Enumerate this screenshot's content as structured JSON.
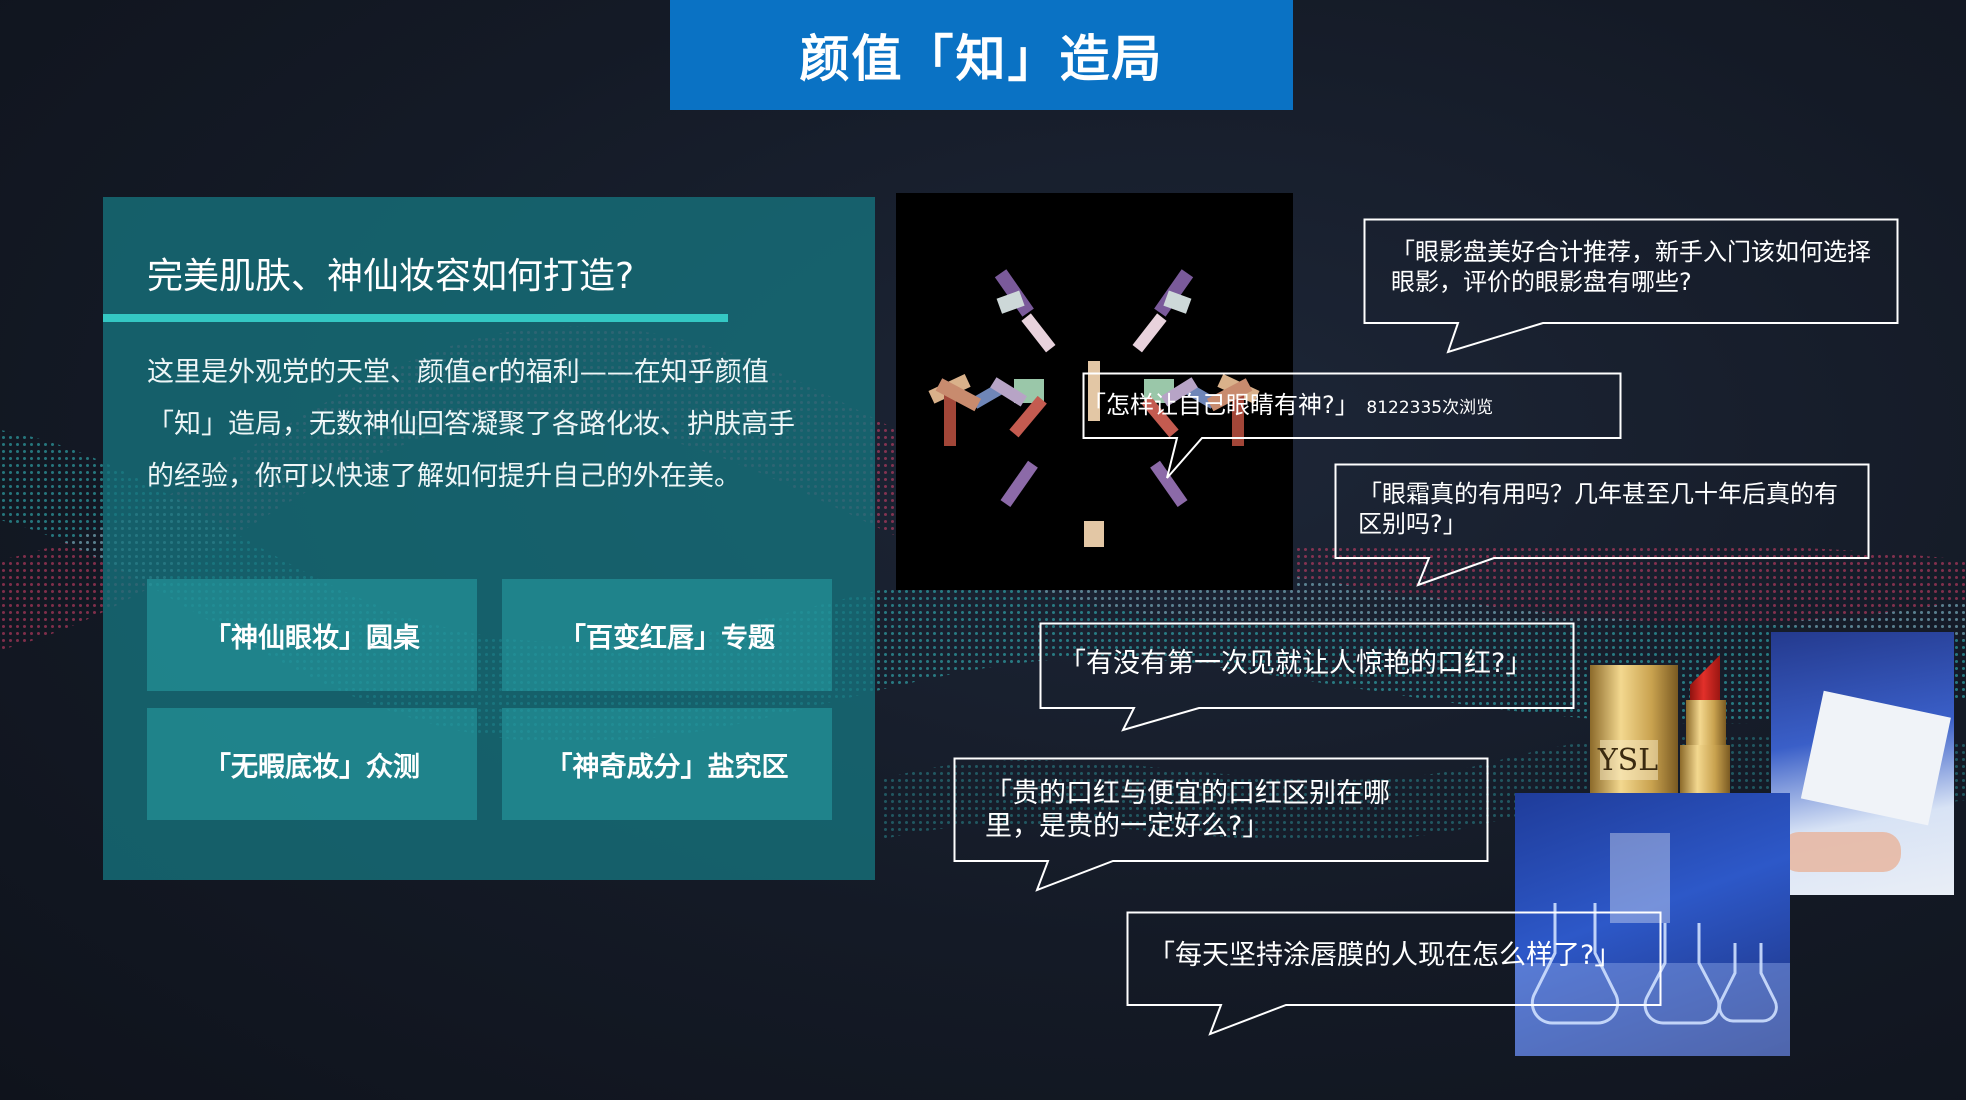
{
  "title": "颜值「知」造局",
  "left_panel": {
    "heading": "完美肌肤、神仙妆容如何打造?",
    "body": "这里是外观党的天堂、颜值er的福利——在知乎颜值「知」造局，无数神仙回答凝聚了各路化妆、护肤高手的经验，你可以快速了解如何提升自己的外在美。",
    "buttons": [
      "「神仙眼妆」圆桌",
      "「百变红唇」专题",
      "「无暇底妆」众测",
      "「神奇成分」盐究区"
    ]
  },
  "bubbles": {
    "q1": "「眼影盘美好合计推荐，新手入门该如何选择眼影，评价的眼影盘有哪些?",
    "q2": "「怎样让自己眼睛有神?」",
    "q2_views": "8122335次浏览",
    "q3": "「眼霜真的有用吗？几年甚至几十年后真的有区别吗?」",
    "q4": "「有没有第一次见就让人惊艳的口红?」",
    "q5": "「贵的口红与便宜的口红区别在哪里，是贵的一定好么?」",
    "q6": "「每天坚持涂唇膜的人现在怎么样了?」"
  },
  "colors": {
    "title_bg": "#0a72c4",
    "panel_bg": "#16737d",
    "panel_rule": "#34c8c4",
    "button_bg": "#28a0a5",
    "lipstick_red": "#d8231f",
    "lipstick_gold": "#d9b25a"
  }
}
